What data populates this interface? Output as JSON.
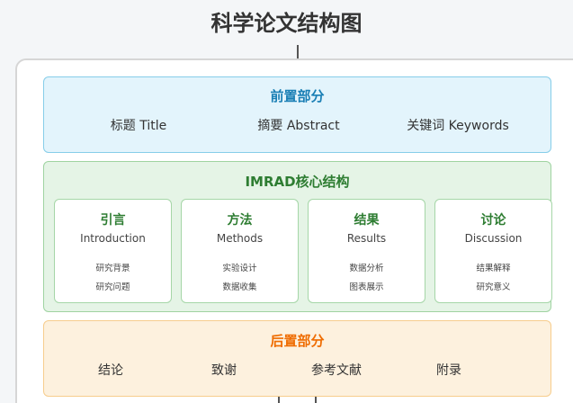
{
  "title": "科学论文结构图",
  "front": {
    "title": "前置部分",
    "items": [
      "标题 Title",
      "摘要 Abstract",
      "关键词 Keywords"
    ]
  },
  "imrad": {
    "title": "IMRAD核心结构",
    "cards": [
      {
        "zh": "引言",
        "en": "Introduction",
        "sub": [
          "研究背景",
          "研究问题"
        ]
      },
      {
        "zh": "方法",
        "en": "Methods",
        "sub": [
          "实验设计",
          "数据收集"
        ]
      },
      {
        "zh": "结果",
        "en": "Results",
        "sub": [
          "数据分析",
          "图表展示"
        ]
      },
      {
        "zh": "讨论",
        "en": "Discussion",
        "sub": [
          "结果解释",
          "研究意义"
        ]
      }
    ]
  },
  "back": {
    "title": "后置部分",
    "items": [
      "结论",
      "致谢",
      "参考文献",
      "附录"
    ]
  },
  "colors": {
    "front_accent": "#1a7fb5",
    "imrad_accent": "#2e7d32",
    "back_accent": "#ef6c00"
  }
}
